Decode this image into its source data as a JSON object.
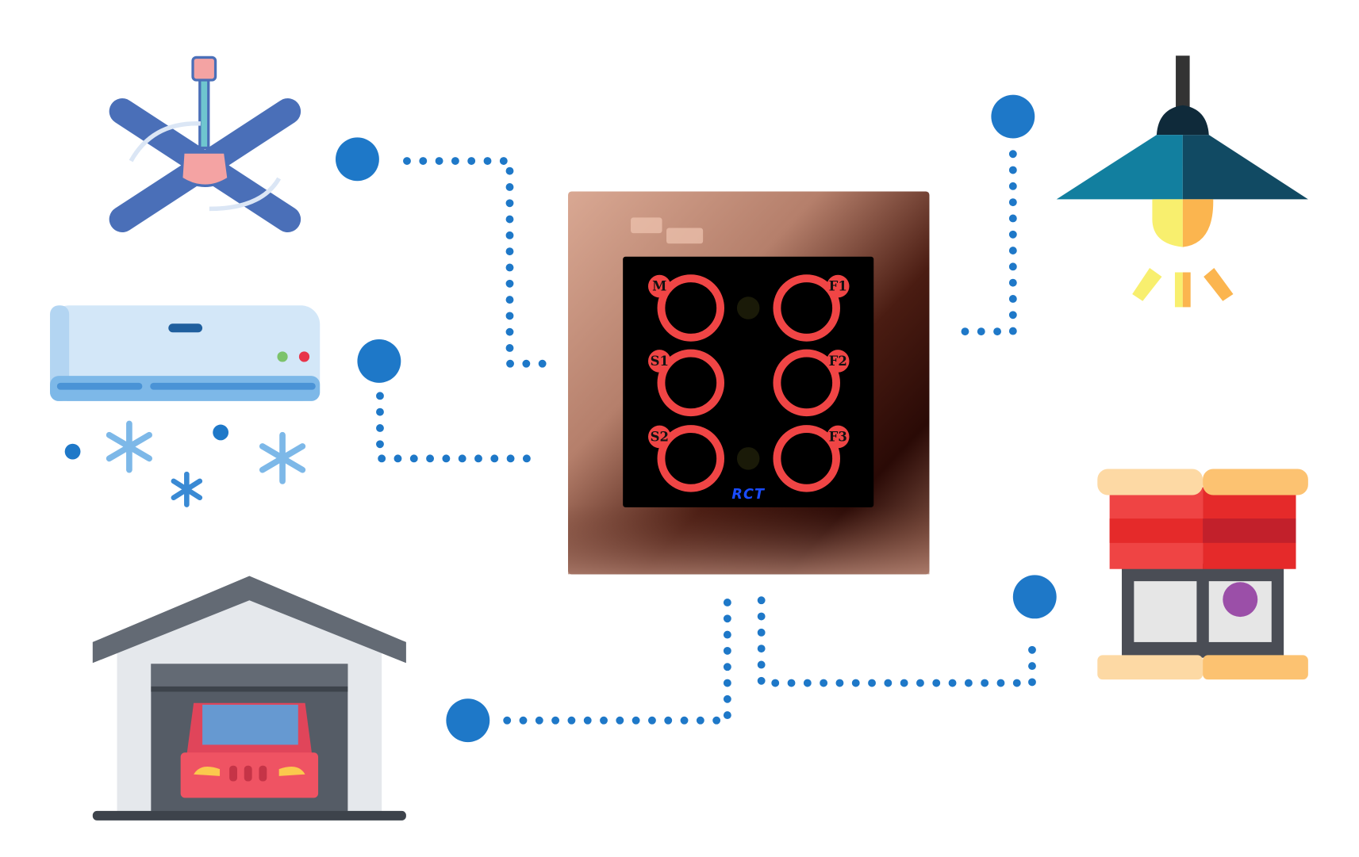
{
  "panel": {
    "brand": "RCT",
    "buttons": [
      {
        "label": "M"
      },
      {
        "label": "F1"
      },
      {
        "label": "S1"
      },
      {
        "label": "F2"
      },
      {
        "label": "S2"
      },
      {
        "label": "F3"
      }
    ]
  },
  "devices": [
    {
      "icon": "ceiling-fan-icon"
    },
    {
      "icon": "air-conditioner-icon"
    },
    {
      "icon": "pendant-lamp-icon"
    },
    {
      "icon": "garage-icon"
    },
    {
      "icon": "shop-icon"
    }
  ],
  "colors": {
    "connector": "#1e78c8",
    "ring": "#f04545",
    "brand": "#1a4cff",
    "copper": "#a86e5a"
  }
}
